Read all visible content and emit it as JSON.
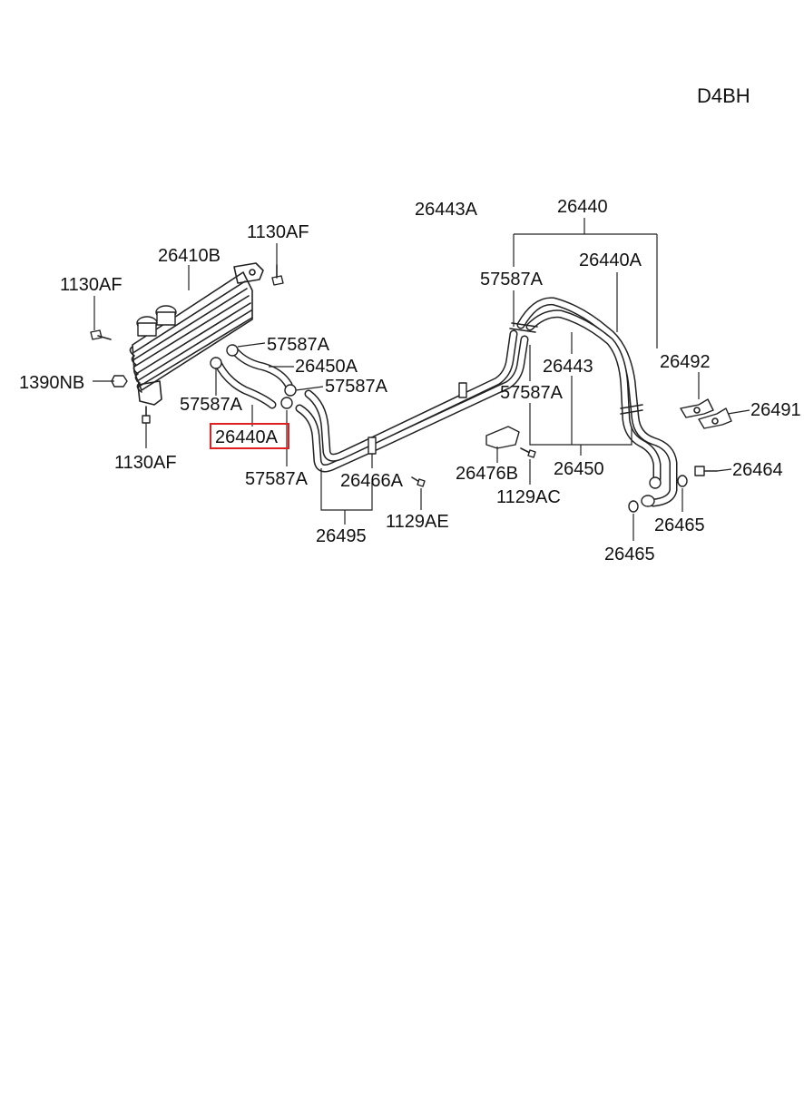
{
  "diagram": {
    "engine_code": "D4BH",
    "labels": {
      "l_26443A": "26443A",
      "l_26440": "26440",
      "l_1130AF_top": "1130AF",
      "l_26410B": "26410B",
      "l_1130AF_left": "1130AF",
      "l_57587A_a": "57587A",
      "l_26440A_right": "26440A",
      "l_57587A_b": "57587A",
      "l_26450A": "26450A",
      "l_1390NB": "1390NB",
      "l_57587A_c": "57587A",
      "l_57587A_d": "57587A",
      "l_26443": "26443",
      "l_26492": "26492",
      "l_57587A_e": "57587A",
      "l_26491": "26491",
      "l_26440A_hl": "26440A",
      "l_1130AF_bottom": "1130AF",
      "l_26476B": "26476B",
      "l_26450": "26450",
      "l_26464": "26464",
      "l_57587A_f": "57587A",
      "l_26466A": "26466A",
      "l_1129AC": "1129AC",
      "l_1129AE": "1129AE",
      "l_26465_a": "26465",
      "l_26495": "26495",
      "l_26465_b": "26465"
    },
    "highlight_color": "#e02020"
  }
}
